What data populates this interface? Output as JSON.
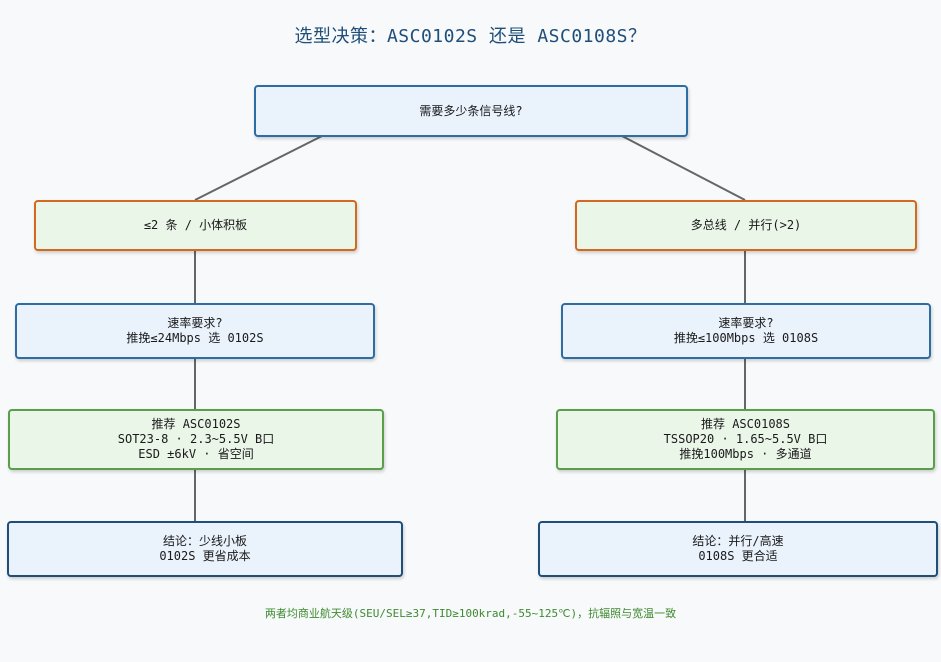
{
  "title": "选型决策：ASC0102S 还是 ASC0108S？",
  "root": {
    "text": "需要多少条信号线?"
  },
  "left": {
    "branch": "≤2 条 / 小体积板",
    "speed": [
      "速率要求?",
      "推挽≤24Mbps 选 0102S"
    ],
    "recommend": [
      "推荐 ASC0102S",
      "SOT23-8 · 2.3~5.5V B口",
      "ESD ±6kV · 省空间"
    ],
    "conclusion": [
      "结论：少线小板",
      "0102S 更省成本"
    ]
  },
  "right": {
    "branch": "多总线 / 并行(>2)",
    "speed": [
      "速率要求?",
      "推挽≤100Mbps 选 0108S"
    ],
    "recommend": [
      "推荐 ASC0108S",
      "TSSOP20 · 1.65~5.5V B口",
      "推挽100Mbps · 多通道"
    ],
    "conclusion": [
      "结论：并行/高速",
      "0108S 更合适"
    ]
  },
  "footnote": "两者均商业航天级(SEU/SEL≥37,TID≥100krad,-55~125℃)，抗辐照与宽温一致",
  "colors": {
    "title": "#1f4e79",
    "decision_border": "#2e6da4",
    "branch_border": "#d2691e",
    "recommend_border": "#5a9e4b",
    "conclusion_border": "#1f4e79",
    "connector": "#666666",
    "footnote": "#3f8a2f"
  }
}
